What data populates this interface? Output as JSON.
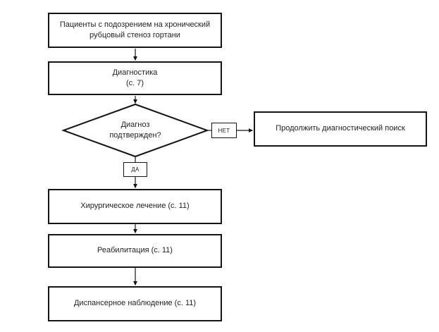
{
  "diagram": {
    "background_color": "#ffffff",
    "stroke_color": "#141414",
    "text_color": "#1f1f1f",
    "nodes": {
      "patients": {
        "line1": "Пациенты с подозрением на хронический",
        "line2": "рубцовый стеноз гортани"
      },
      "diagnostics": {
        "line1": "Диагностика",
        "line2": "(с. 7)"
      },
      "decision": {
        "line1": "Диагноз",
        "line2": "подтвержден?"
      },
      "no_branch_label": "НЕТ",
      "yes_branch_label": "ДА",
      "continue_search": {
        "label": "Продолжить диагностический поиск"
      },
      "surgery": {
        "label": "Хирургическое лечение (с. 11)"
      },
      "rehabilitation": {
        "label": "Реабилитация (с. 11)"
      },
      "follow_up": {
        "label": "Диспансерное наблюдение (с. 11)"
      }
    }
  }
}
